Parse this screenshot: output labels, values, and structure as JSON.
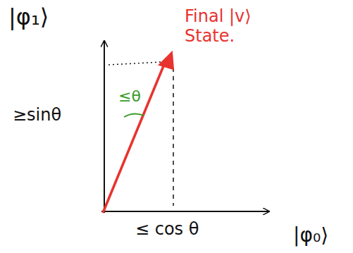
{
  "diagram": {
    "labels": [
      "|φ₁⟩",
      "Final |v⟩ State.",
      "≥sinθ",
      "≤θ",
      "≤ cos θ",
      "|φ₀⟩"
    ]
  }
}
